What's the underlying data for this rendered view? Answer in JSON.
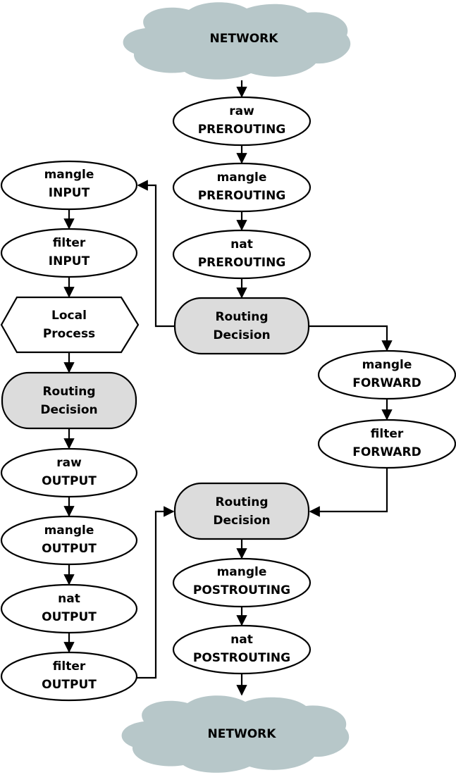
{
  "network_top": "NETWORK",
  "network_bottom": "NETWORK",
  "nodes": {
    "raw_prerouting": {
      "table": "raw",
      "chain": "PREROUTING"
    },
    "mangle_prerouting": {
      "table": "mangle",
      "chain": "PREROUTING"
    },
    "nat_prerouting": {
      "table": "nat",
      "chain": "PREROUTING"
    },
    "routing_decision_1": {
      "line1": "Routing",
      "line2": "Decision"
    },
    "mangle_input": {
      "table": "mangle",
      "chain": "INPUT"
    },
    "filter_input": {
      "table": "filter",
      "chain": "INPUT"
    },
    "local_process": {
      "line1": "Local",
      "line2": "Process"
    },
    "routing_decision_2": {
      "line1": "Routing",
      "line2": "Decision"
    },
    "raw_output": {
      "table": "raw",
      "chain": "OUTPUT"
    },
    "mangle_output": {
      "table": "mangle",
      "chain": "OUTPUT"
    },
    "nat_output": {
      "table": "nat",
      "chain": "OUTPUT"
    },
    "filter_output": {
      "table": "filter",
      "chain": "OUTPUT"
    },
    "mangle_forward": {
      "table": "mangle",
      "chain": "FORWARD"
    },
    "filter_forward": {
      "table": "filter",
      "chain": "FORWARD"
    },
    "routing_decision_3": {
      "line1": "Routing",
      "line2": "Decision"
    },
    "mangle_postrouting": {
      "table": "mangle",
      "chain": "POSTROUTING"
    },
    "nat_postrouting": {
      "table": "nat",
      "chain": "POSTROUTING"
    }
  },
  "colors": {
    "cloud": "#b7c7c9",
    "decision_fill": "#dcdcdc",
    "stroke": "#000000"
  }
}
